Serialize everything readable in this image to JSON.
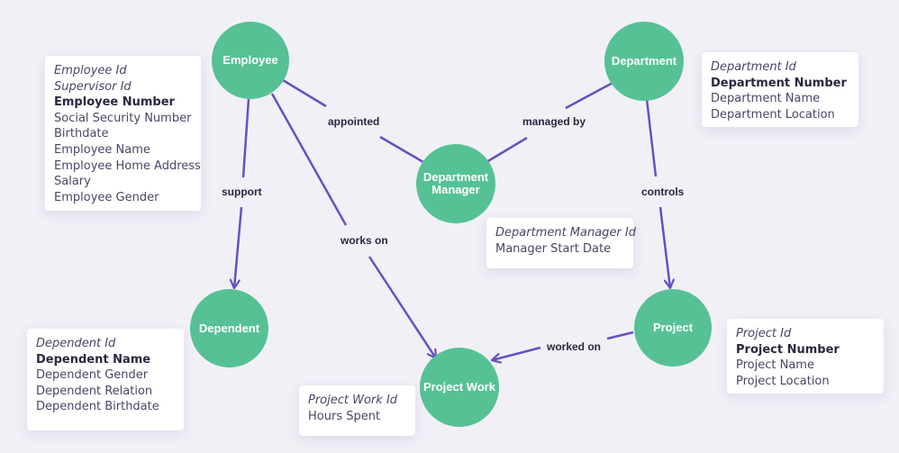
{
  "colors": {
    "node": "#56c195",
    "edge": "#6651c0",
    "background": "#f1f0f7"
  },
  "entities": {
    "employee": "Employee",
    "department": "Department",
    "department_manager": "Department Manager",
    "dependent": "Dependent",
    "project": "Project",
    "project_work": "Project Work"
  },
  "relationships": {
    "appointed": "appointed",
    "managed_by": "managed by",
    "support": "support",
    "controls": "controls",
    "works_on": "works on",
    "worked_on": "worked on"
  },
  "attributes": {
    "employee": [
      {
        "text": "Employee Id",
        "style": "italic"
      },
      {
        "text": "Supervisor Id",
        "style": "italic"
      },
      {
        "text": "Employee Number",
        "style": "bold"
      },
      {
        "text": "Social Security Number",
        "style": "normal"
      },
      {
        "text": "Birthdate",
        "style": "normal"
      },
      {
        "text": "Employee Name",
        "style": "normal"
      },
      {
        "text": "Employee Home Address",
        "style": "normal"
      },
      {
        "text": "Salary",
        "style": "normal"
      },
      {
        "text": "Employee Gender",
        "style": "normal"
      }
    ],
    "department": [
      {
        "text": "Department Id",
        "style": "italic"
      },
      {
        "text": "Department Number",
        "style": "bold"
      },
      {
        "text": "Department Name",
        "style": "normal"
      },
      {
        "text": "Department Location",
        "style": "normal"
      }
    ],
    "department_manager": [
      {
        "text": "Department Manager Id",
        "style": "italic"
      },
      {
        "text": "Manager Start Date",
        "style": "normal"
      }
    ],
    "dependent": [
      {
        "text": "Dependent Id",
        "style": "italic"
      },
      {
        "text": "Dependent Name",
        "style": "bold"
      },
      {
        "text": "Dependent Gender",
        "style": "normal"
      },
      {
        "text": "Dependent Relation",
        "style": "normal"
      },
      {
        "text": "Dependent Birthdate",
        "style": "normal"
      }
    ],
    "project": [
      {
        "text": "Project Id",
        "style": "italic"
      },
      {
        "text": "Project Number",
        "style": "bold"
      },
      {
        "text": "Project Name",
        "style": "normal"
      },
      {
        "text": "Project Location",
        "style": "normal"
      }
    ],
    "project_work": [
      {
        "text": "Project Work Id",
        "style": "italic"
      },
      {
        "text": "Hours Spent",
        "style": "normal"
      }
    ]
  }
}
